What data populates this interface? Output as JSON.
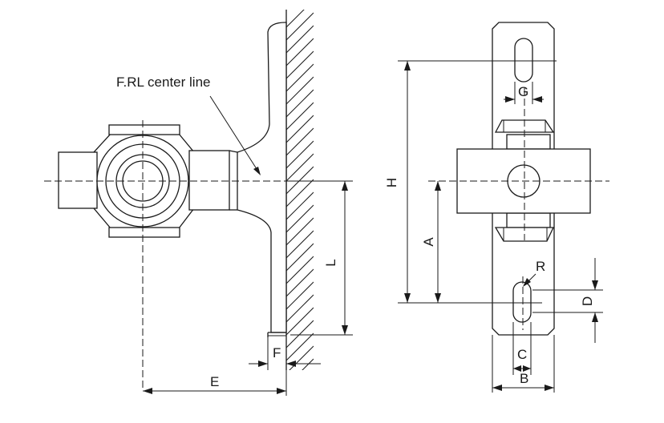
{
  "callout": {
    "center_line": "F.RL center line"
  },
  "dimensions": {
    "E": "E",
    "F": "F",
    "L": "L",
    "H": "H",
    "A": "A",
    "G": "G",
    "R": "R",
    "C": "C",
    "B": "B",
    "D": "D"
  }
}
